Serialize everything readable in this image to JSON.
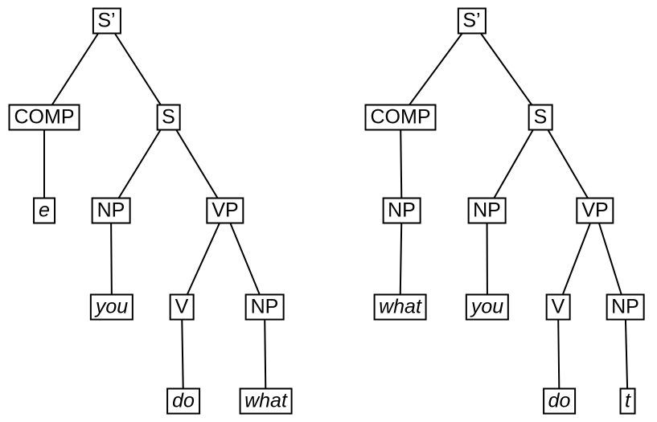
{
  "left_tree": {
    "nodes": {
      "sprime": "S’",
      "comp": "COMP",
      "s": "S",
      "e": "e",
      "np_subject": "NP",
      "vp": "VP",
      "you": "you",
      "v": "V",
      "np_object": "NP",
      "do": "do",
      "what": "what"
    },
    "edges": [
      "S’ – COMP",
      "S’ – S",
      "COMP – e",
      "S – NP(subject)",
      "S – VP",
      "NP(subject) – you",
      "VP – V",
      "VP – NP(object)",
      "V – do",
      "NP(object) – what"
    ]
  },
  "right_tree": {
    "nodes": {
      "sprime": "S’",
      "comp": "COMP",
      "s": "S",
      "np_comp": "NP",
      "np_subject": "NP",
      "vp": "VP",
      "what": "what",
      "you": "you",
      "v": "V",
      "np_object": "NP",
      "do": "do",
      "t": "t"
    },
    "edges": [
      "S’ – COMP",
      "S’ – S",
      "COMP – NP(comp)",
      "NP(comp) – what",
      "S – NP(subject)",
      "S – VP",
      "NP(subject) – you",
      "VP – V",
      "VP – NP(object)",
      "V – do",
      "NP(object) – t"
    ]
  },
  "colors": {
    "background": "#ffffff",
    "box_border": "#000000",
    "box_fill": "#ffffff",
    "line": "#000000",
    "text": "#000000"
  }
}
